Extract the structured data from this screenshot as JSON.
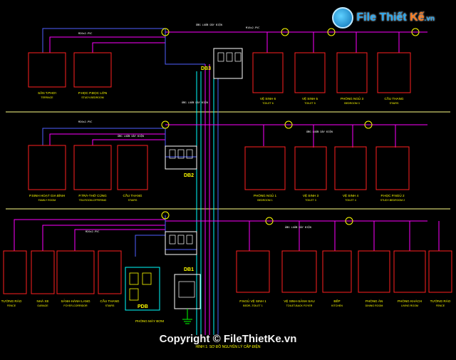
{
  "logo": {
    "file": "File",
    "thiet": "Thiết",
    "ke": "Kế",
    "vn": ".vn"
  },
  "copyright": "Copyright © FileThietKe.vn",
  "footer_title": "HÌNH 1: SƠ ĐỒ NGUYÊN LÝ CẤP ĐIỆN",
  "colors": {
    "background": "#000000",
    "panel": "#ff2020",
    "bus": "#ffff00",
    "feeder": "#ff00ff",
    "riser": "#00ffff",
    "blue_feeder": "#5060ff",
    "node": "#00ff00"
  },
  "boards": {
    "db3": "DB3",
    "db2": "DB2",
    "db1": "DB1",
    "pdb": "PDB"
  },
  "cables": {
    "c1": "ỐNG LUỒN DÂY ĐIỆN",
    "c2": "M20x2-PVC",
    "c3": "M16x2-PVC",
    "c4": "ỐNG LUỒN DÂY ĐIỆN",
    "c5": "M20x2-PVC",
    "c6": "M20x2-PVC",
    "c7": "ỐNG LUỒN DÂY ĐIỆN",
    "c8": "ỐNG LUỒN DÂY ĐIỆN",
    "c9": "ỐNG LUỒN DÂY ĐIỆN"
  },
  "rooms_floor3": [
    {
      "vi": "SÂN T.PHƠI",
      "en": "TERRACE"
    },
    {
      "vi": "P.HỌC P.ĐỌC LỚN",
      "en": "STUDY-BEDROOM"
    },
    {
      "vi": "VỆ SINH 6",
      "en": "TOILET 6"
    },
    {
      "vi": "VỆ SINH 5",
      "en": "TOILET 5"
    },
    {
      "vi": "PHÒNG NGỦ 3",
      "en": "BEDROOM 3"
    },
    {
      "vi": "CẦU THANG",
      "en": "STAIRS"
    }
  ],
  "rooms_floor2": [
    {
      "vi": "P.SINH HOẠT GIA ĐÌNH",
      "en": "FAMILY ROOM"
    },
    {
      "vi": "P.TRÀ-THỜ CÚNG",
      "en": "TEA ROOM-OFFERING"
    },
    {
      "vi": "CẦU THANG",
      "en": "STAIRS"
    },
    {
      "vi": "PHÒNG NGỦ 1",
      "en": "BEDROOM 1"
    },
    {
      "vi": "VỆ SINH 3",
      "en": "TOILET 3"
    },
    {
      "vi": "VỆ SINH 4",
      "en": "TOILET 4"
    },
    {
      "vi": "P.HỌC P.NGỦ 2",
      "en": "STUDY-BEDROOM 2"
    }
  ],
  "rooms_floor1": [
    {
      "vi": "TƯỜNG RÀO",
      "en": "FENCE"
    },
    {
      "vi": "NHÀ XE",
      "en": "GARAGE"
    },
    {
      "vi": "SẢNH-HÀNH LANG",
      "en": "FOYER-CORRIDOR"
    },
    {
      "vi": "CẦU THANG",
      "en": "STAIRS"
    },
    {
      "vi": "P.NGỦ VỆ SINH 1",
      "en": "BEDR.-TOILET 1"
    },
    {
      "vi": "VỆ SINH-SẢNH SAU",
      "en": "TOILET-BACK FOYER"
    },
    {
      "vi": "BẾP",
      "en": "KITCHEN"
    },
    {
      "vi": "PHÒNG ĂN",
      "en": "DINING ROOM"
    },
    {
      "vi": "PHÒNG KHÁCH",
      "en": "LIVING ROOM"
    },
    {
      "vi": "TƯỜNG RÀO",
      "en": "FENCE"
    }
  ],
  "machine_room": "PHÒNG MÁY BƠM"
}
